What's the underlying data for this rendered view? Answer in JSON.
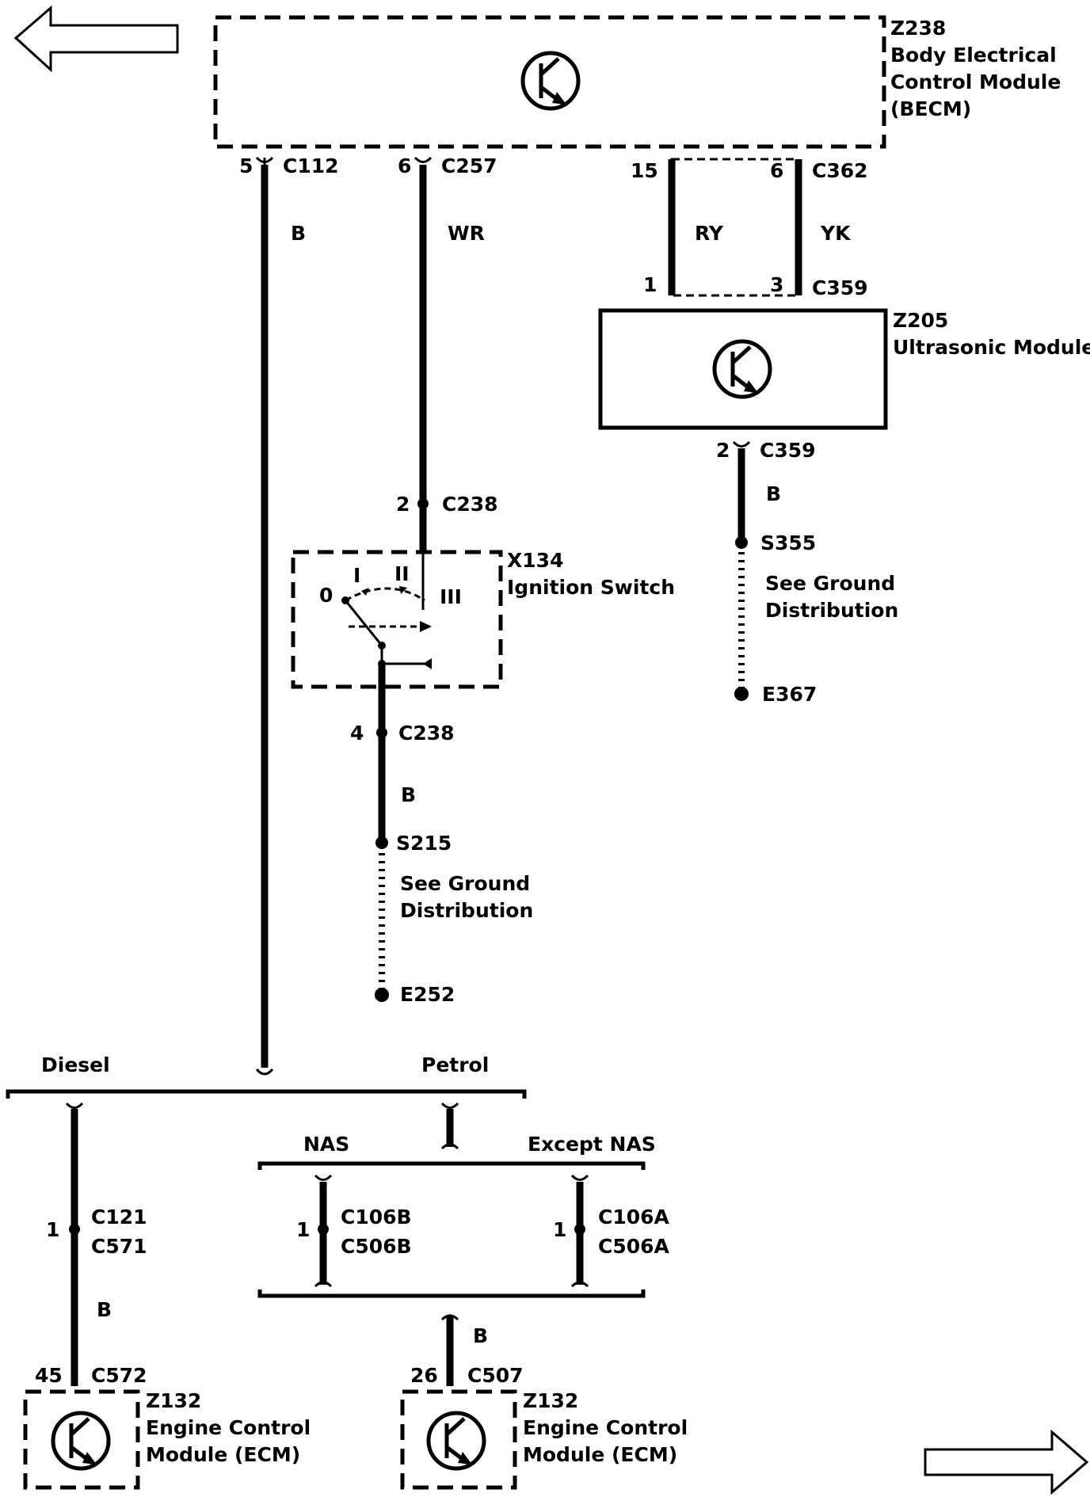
{
  "modules": {
    "becm": {
      "id": "Z238",
      "line1": "Body Electrical",
      "line2": "Control Module",
      "line3": "(BECM)"
    },
    "ultrasonic": {
      "id": "Z205",
      "line1": "Ultrasonic Module"
    },
    "ignition": {
      "id": "X134",
      "line1": "Ignition Switch",
      "pos0": "0",
      "pos1": "I",
      "pos2": "II",
      "pos3": "III"
    },
    "ecm_left": {
      "id": "Z132",
      "line1": "Engine Control",
      "line2": "Module (ECM)"
    },
    "ecm_right": {
      "id": "Z132",
      "line1": "Engine Control",
      "line2": "Module (ECM)"
    }
  },
  "connectors": {
    "c112": {
      "pin": "5",
      "name": "C112"
    },
    "c257": {
      "pin": "6",
      "name": "C257"
    },
    "c362_left": {
      "pin": "15"
    },
    "c362": {
      "pin": "6",
      "name": "C362"
    },
    "c359_left": {
      "pin": "1"
    },
    "c359_top": {
      "pin": "3",
      "name": "C359"
    },
    "c359_bottom": {
      "pin": "2",
      "name": "C359"
    },
    "c238_top": {
      "pin": "2",
      "name": "C238"
    },
    "c238_bottom": {
      "pin": "4",
      "name": "C238"
    },
    "c121": {
      "pin": "1",
      "name": "C121",
      "name2": "C571"
    },
    "c106b": {
      "pin": "1",
      "name": "C106B",
      "name2": "C506B"
    },
    "c106a": {
      "pin": "1",
      "name": "C106A",
      "name2": "C506A"
    },
    "c572": {
      "pin": "45",
      "name": "C572"
    },
    "c507": {
      "pin": "26",
      "name": "C507"
    }
  },
  "wires": {
    "becm_c112": "B",
    "becm_c257": "WR",
    "ry": "RY",
    "yk": "YK",
    "ultrasonic_ground": "B",
    "ignition_ground": "B",
    "diesel_ecm": "B",
    "petrol_ecm": "B"
  },
  "splices": {
    "s355": "S355",
    "s215": "S215"
  },
  "grounds": {
    "e367": "E367",
    "e252": "E252",
    "note_line1": "See Ground",
    "note_line2": "Distribution"
  },
  "branches": {
    "diesel": "Diesel",
    "petrol": "Petrol",
    "nas": "NAS",
    "except_nas": "Except NAS"
  },
  "icons": [
    "left-arrow-icon",
    "right-arrow-icon",
    "transistor-icon"
  ]
}
